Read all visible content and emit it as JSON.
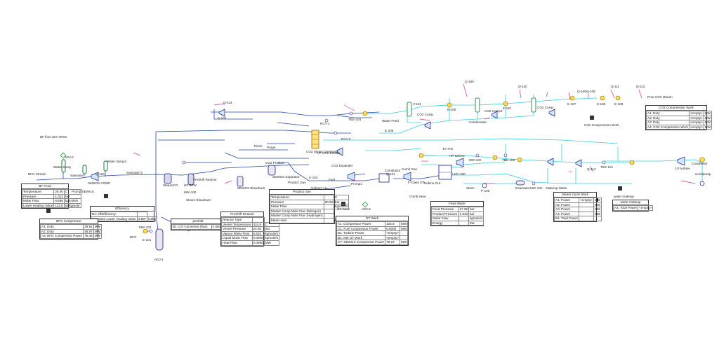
{
  "tables": {
    "bf_feed": {
      "title": "BF Feed",
      "rows": [
        [
          "Temperature",
          "25.00",
          "C"
        ],
        [
          "Pressure",
          "1.013",
          "bar"
        ],
        [
          "Molar Flow",
          "8.866",
          "kgmole/s"
        ],
        [
          "Lower Heating Value",
          "113.6",
          "kJ/kgmole"
        ]
      ]
    },
    "efficiency": {
      "title": "Efficiency",
      "rows": [
        [
          "B1: eff/Efficiency",
          ""
        ],
        [
          "B2: Mass Lower Heating Value",
          "3.597",
          "kJ/kg"
        ]
      ]
    },
    "bfg_comp": {
      "title": "BFG Compressor",
      "rows": [
        [
          "A1: Duty",
          "29.54",
          "MW"
        ],
        [
          "A2: Duty",
          "46.97",
          "MW"
        ],
        [
          "A3: BFG Compressor Power",
          "76.45",
          "MW"
        ]
      ]
    },
    "preshift": {
      "title": "preshift",
      "rows": [
        [
          "B1: CO Converted (frac)",
          "0.5947"
        ]
      ]
    },
    "preshift_reactor": {
      "title": "PreShift Reactor",
      "rows": [
        [
          "Reactor Type",
          ""
        ],
        [
          "Vessel Temperature",
          "424.8",
          "C"
        ],
        [
          "Vessel Pressure",
          "24.00",
          "bar"
        ],
        [
          "Vapour Molar Flow",
          "5.532",
          "kgmole/s"
        ],
        [
          "Liquid Molar Flow",
          "0.0000",
          "kgmole/s"
        ],
        [
          "Heat Flow",
          "0.0000",
          "MW"
        ]
      ]
    },
    "product_gas": {
      "title": "Product Gas",
      "rows": [
        [
          "Temperature",
          "",
          "C"
        ],
        [
          "Pressure",
          "20.00",
          "bar"
        ],
        [
          "Molar Flow",
          "",
          "kgmole/s"
        ],
        [
          "Master Comp Mole Frac (Nitrogen)",
          ""
        ],
        [
          "Master Comp Mole Frac (Hydrogen)",
          ""
        ],
        [
          "Mass Heat",
          "",
          "kJ/kg"
        ]
      ]
    },
    "gt_work": {
      "title": "GT Work",
      "rows": [
        [
          "A1: Compressor Power",
          "104.8",
          "MW"
        ],
        [
          "C1: Fuel Compressor Power",
          "0.0000",
          "MW"
        ],
        [
          "B1: Turbine Power",
          "<empty>",
          ""
        ],
        [
          "D1: Net GT Work",
          "<empty>",
          ""
        ],
        [
          "C7: SEWGS Compressor Power",
          "79.24",
          "MW"
        ]
      ]
    },
    "feedwater": {
      "title": "Feed Water",
      "rows": [
        [
          "Feed Pressure",
          "17.25",
          "bar"
        ],
        [
          "Product Pressure",
          "1.043",
          "bar"
        ],
        [
          "Molar Flow",
          "",
          "kgmole/s"
        ],
        [
          "Energy",
          "",
          "kW"
        ]
      ]
    },
    "steam_cycle": {
      "title": "Steam Cycle Work",
      "rows": [
        [
          "A1: Power",
          "<empty>",
          "MW"
        ],
        [
          "A2: Power",
          "",
          "MW"
        ],
        [
          "A3: Power",
          "",
          "MW"
        ],
        [
          "A4: Power",
          "",
          "MW"
        ],
        [
          "B1: Total Power",
          "",
          ""
        ]
      ]
    },
    "co2_comp_work": {
      "title": "CO2 Compression Work",
      "rows": [
        [
          "A1: Duty",
          "<empty>",
          "MW"
        ],
        [
          "A2: Duty",
          "<empty>",
          "MW"
        ],
        [
          "A3: Duty",
          "<empty>",
          "MW"
        ],
        [
          "A4: CO2 Compression Work",
          "<empty>",
          "MW"
        ]
      ]
    },
    "water_makeup": {
      "title": "water makeup",
      "rows": [
        [
          "A4: Total Power",
          "<empty>"
        ]
      ]
    }
  },
  "labels": {
    "bfg_stream": "BFG Stream",
    "bf_flow": "BF flow into HRSG",
    "adj2": "ADJ-2",
    "water_spray": "Water Spray",
    "water_spray2": "Water Spray2",
    "saturator": "Saturator",
    "sewgs_comp": "SEWGS COMP",
    "prcmp_sewgs": "Prcmp/SEWGS",
    "q104": "Q-104",
    "saturator2": "Saturator-2",
    "steam_co": "Steam/CO",
    "mixer1": "MIX-100",
    "preshift_r": "PreShift Reactor",
    "steam_blowdown": "Steam Blowdown",
    "hpbfw": "HP BFW",
    "q114": "Q-114",
    "k102": "K-102",
    "rinse": "Rinse",
    "purge": "Purge",
    "co2_steam_gen": "CO2 Steam Generator",
    "sewgs_bd": "SEWGS Blowdown",
    "sewgs_sep": "SEWGS Separator",
    "product_gas_lbl": "Product Gas",
    "co2_product": "CO2 Product",
    "lp_co2": "LP CO2 Stream",
    "co2_expander": "CO2 Expander",
    "rcy1": "RCY-1",
    "rcy2": "RCY-2",
    "tee103": "TEE-103",
    "water_feed": "Water Feed",
    "co2_comp": "CO2 Comp",
    "e105": "E-105",
    "v101": "V-101",
    "e106": "E-106",
    "condensate": "Condensate",
    "co2_comp2": "CO2 Comp2",
    "co2_comp3": "CO2 Comp",
    "pure_co2": "Pure CO2 stream",
    "k103": "K-103",
    "combustor": "Combustor",
    "comb_gas": "Comb Gas",
    "ambient_air": "Ambient Air",
    "fuel": "Fuel",
    "prcmp1": "Prcmp1",
    "gt_work_lbl": "GT Work",
    "adj6": "ADJ-6",
    "turbine_out": "Turbine Out",
    "f_class": "F-Class GT",
    "comb_heat": "Comb Heat",
    "hrsg": "LNG-100",
    "hp_turbine": "HP turbine",
    "deaerator": "Deaerator",
    "makeup": "Makeup Water",
    "pump": "P-100",
    "stack": "Stack",
    "lp_turbine": "LP turbine",
    "condenser": "Condenser",
    "mix102": "MIX-102",
    "tee100": "TEE-100",
    "tee101": "TEE-101",
    "mix101": "MIX-101",
    "adj1": "ADJ-1",
    "bfg": "BFG",
    "mix103": "MIX-103",
    "e101": "E-101",
    "q113": "Q-113",
    "q112": "Q-112",
    "q111": "Q-111",
    "q110": "Q-110",
    "e107": "E-107",
    "e108": "E-108",
    "e109": "E-109",
    "e110": "E-110",
    "q108": "Q-108",
    "q109": "Q-109",
    "steam_cycle_lbl": "Steam Cycle Work",
    "co2_work_lbl": "CO2 Compression Work",
    "water_makeup_lbl": "water makeup",
    "cond_pump": "Condpump",
    "hp_steam": "To HTS",
    "q100": "Q-100",
    "q101": "Q-101"
  },
  "colors": {
    "stream_blue": "#2244aa",
    "stream_cyan": "#33ccdd",
    "energy": "#cc3399",
    "vessel": "#1a1a8a",
    "exchanger": "#ddaa00"
  }
}
